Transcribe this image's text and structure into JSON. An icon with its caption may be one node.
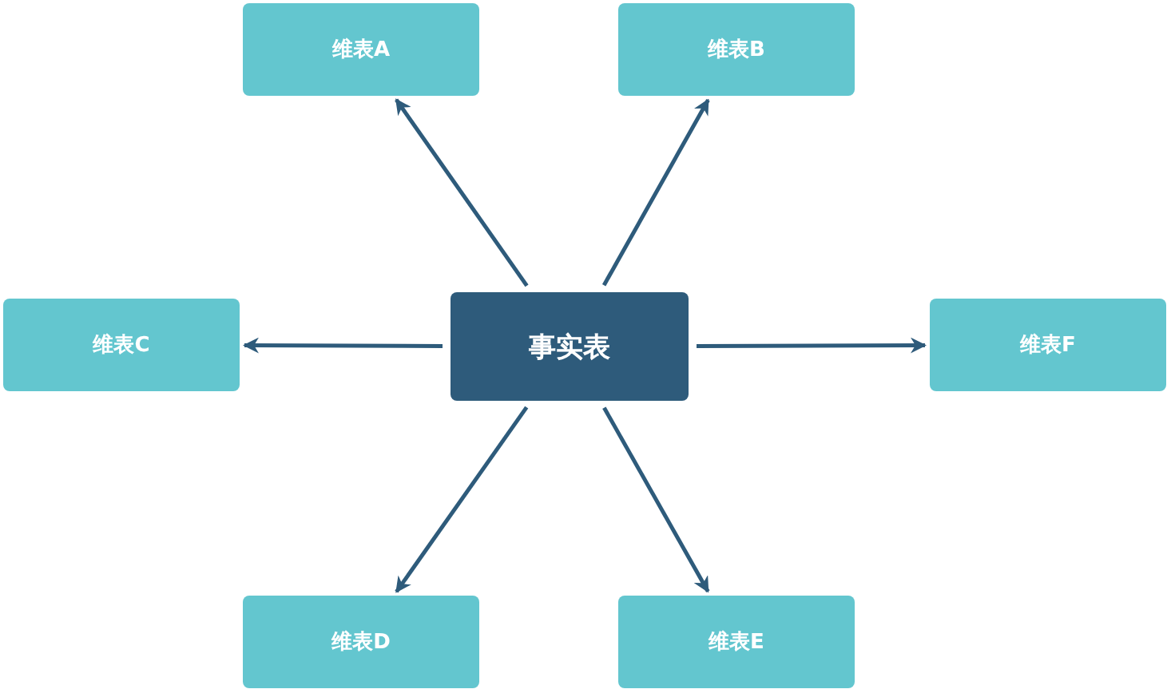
{
  "diagram": {
    "nodes": [
      {
        "text": [
          "事实表"
        ]
      },
      {
        "text": [
          "维表A"
        ]
      },
      {
        "text": [
          "维表B"
        ]
      },
      {
        "text": [
          "维表C"
        ]
      },
      {
        "text": [
          "维表F"
        ]
      },
      {
        "text": [
          "维表D"
        ]
      },
      {
        "text": [
          "维表E"
        ]
      }
    ],
    "edges": [
      {
        "from": 0,
        "to": 1,
        "arrow": "to"
      },
      {
        "from": 0,
        "to": 2,
        "arrow": "to"
      },
      {
        "from": 0,
        "to": 3,
        "arrow": "to"
      },
      {
        "from": 0,
        "to": 4,
        "arrow": "to"
      },
      {
        "from": 0,
        "to": 5,
        "arrow": "to"
      },
      {
        "from": 0,
        "to": 6,
        "arrow": "to"
      }
    ]
  }
}
